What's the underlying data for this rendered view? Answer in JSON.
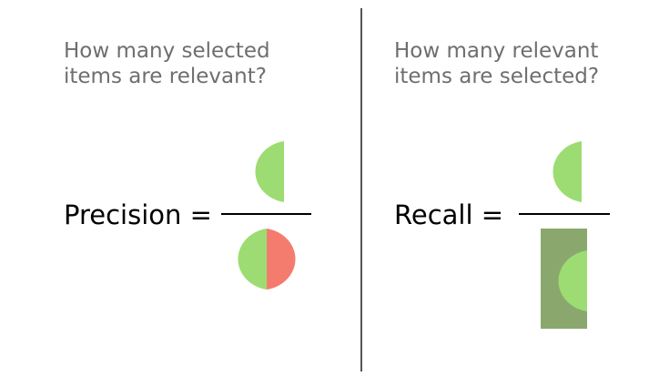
{
  "colors": {
    "relevant": "#9ddc72",
    "not_relevant": "#f47c6e",
    "all_relevant_box": "#8aa86e",
    "divider": "#555555",
    "question_text": "#6e6e6e",
    "formula_text": "#000000"
  },
  "precision": {
    "question_line1": "How many selected",
    "question_line2": "items are relevant?",
    "label": "Precision =",
    "numerator_icon": "half-circle-relevant-selected",
    "denominator_icon": "circle-selected-relevant-and-not-relevant"
  },
  "recall": {
    "question_line1": "How many relevant",
    "question_line2": "items are selected?",
    "label": "Recall =",
    "numerator_icon": "half-circle-relevant-selected",
    "denominator_icon": "box-all-relevant-items"
  }
}
